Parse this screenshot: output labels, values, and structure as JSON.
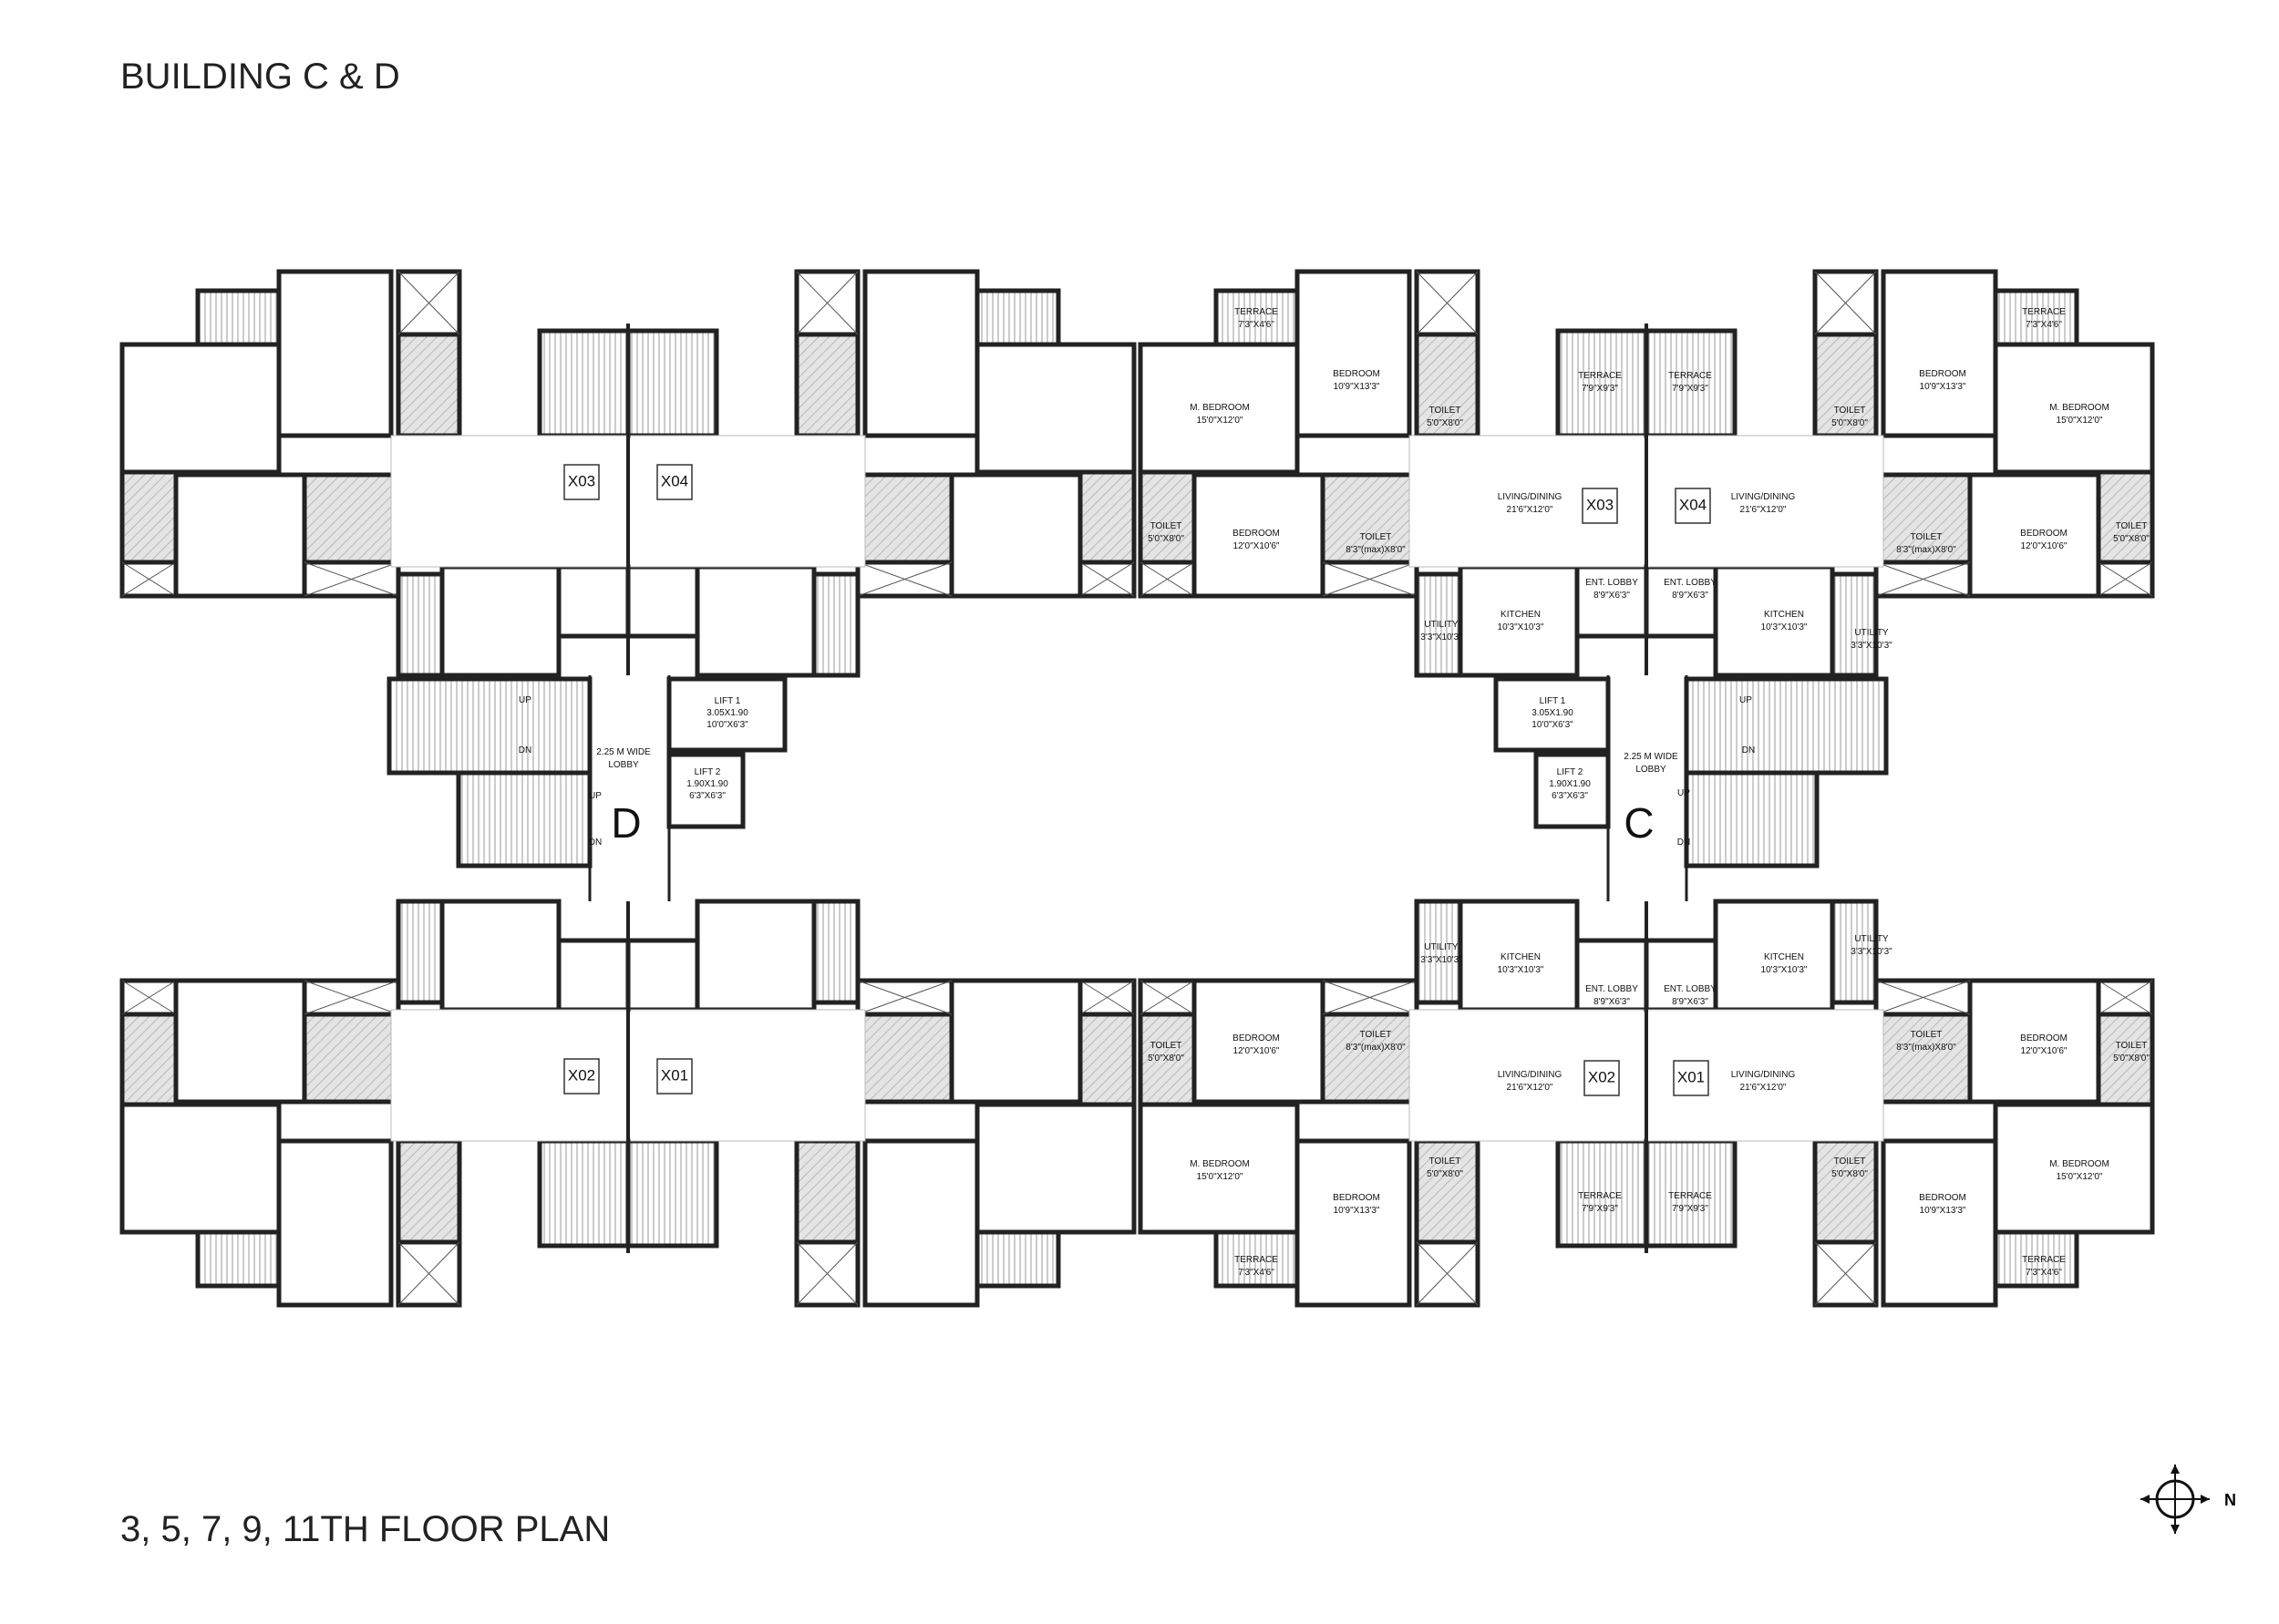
{
  "title": "BUILDING   C & D",
  "subtitle": "3, 5, 7, 9, 11TH  FLOOR PLAN",
  "compass_label": "N",
  "building_c": {
    "letter": "C",
    "units_upper": [
      "X03",
      "X04"
    ],
    "units_lower": [
      "X02",
      "X01"
    ],
    "rooms": [
      {
        "name": "TERRACE",
        "size": "7'3\"X4'6\""
      },
      {
        "name": "BEDROOM",
        "size": "10'9\"X13'3\""
      },
      {
        "name": "M. BEDROOM",
        "size": "15'0\"X12'0\""
      },
      {
        "name": "TOILET",
        "size": "5'0\"X8'0\""
      },
      {
        "name": "TERRACE",
        "size": "7'9\"X9'3\""
      },
      {
        "name": "TERRACE",
        "size": "7'9\"X9'3\""
      },
      {
        "name": "LIVING/DINING",
        "size": "21'6\"X12'0\""
      },
      {
        "name": "LIVING/DINING",
        "size": "21'6\"X12'0\""
      },
      {
        "name": "TOILET",
        "size": "5'0\"X8'0\""
      },
      {
        "name": "BEDROOM",
        "size": "12'0\"X10'6\""
      },
      {
        "name": "TOILET",
        "size": "8'3\"(max)X8'0\""
      },
      {
        "name": "ENT. LOBBY",
        "size": "8'9\"X6'3\""
      },
      {
        "name": "ENT. LOBBY",
        "size": "8'9\"X6'3\""
      },
      {
        "name": "KITCHEN",
        "size": "10'3\"X10'3\""
      },
      {
        "name": "UTILITY",
        "size": "3'3\"X10'3\""
      },
      {
        "name": "KITCHEN",
        "size": "10'3\"X10'3\""
      },
      {
        "name": "UTILITY",
        "size": "3'3\"X10'3\""
      },
      {
        "name": "BEDROOM",
        "size": "10'9\"X13'3\""
      },
      {
        "name": "TOILET",
        "size": "5'0\"X8'0\""
      },
      {
        "name": "M. BEDROOM",
        "size": "15'0\"X12'0\""
      },
      {
        "name": "TERRACE",
        "size": "7'3\"X4'6\""
      },
      {
        "name": "TOILET",
        "size": "8'3\"(max)X8'0\""
      },
      {
        "name": "BEDROOM",
        "size": "12'0\"X10'6\""
      },
      {
        "name": "TOILET",
        "size": "5'0\"X8'0\""
      }
    ],
    "core": {
      "lift1": [
        "LIFT 1",
        "3.05X1.90",
        "10'0\"X6'3\""
      ],
      "lift2": [
        "LIFT 2",
        "1.90X1.90",
        "6'3\"X6'3\""
      ],
      "lobby": [
        "2.25 M WIDE",
        "LOBBY"
      ],
      "stairs": [
        "UP",
        "DN",
        "UP",
        "DN"
      ]
    }
  },
  "building_d": {
    "letter": "D",
    "units_upper": [
      "X03",
      "X04"
    ],
    "units_lower": [
      "X02",
      "X01"
    ],
    "core": {
      "lift1": [
        "LIFT 1",
        "3.05X1.90",
        "10'0\"X6'3\""
      ],
      "lift2": [
        "LIFT 2",
        "1.90X1.90",
        "6'3\"X6'3\""
      ],
      "lobby": [
        "2.25 M WIDE",
        "LOBBY"
      ],
      "stairs": [
        "UP",
        "DN",
        "UP",
        "DN"
      ]
    }
  }
}
